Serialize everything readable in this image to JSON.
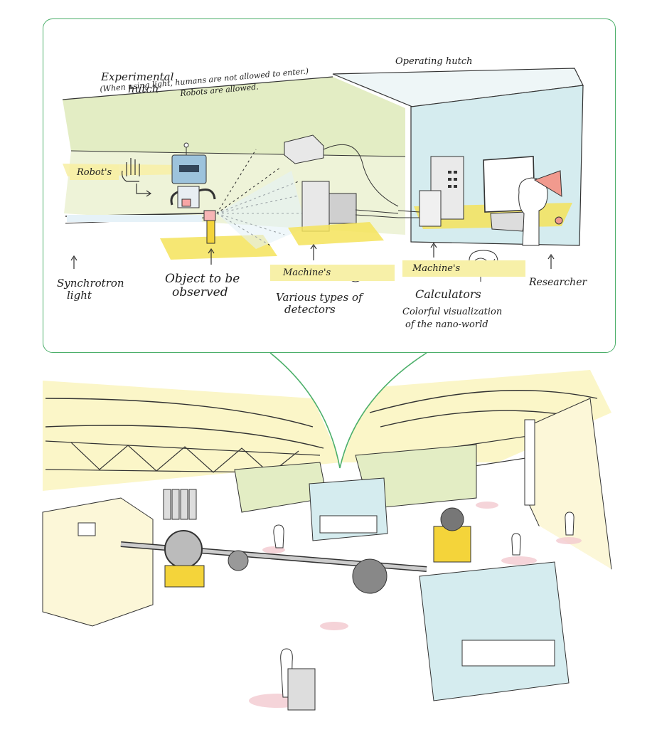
{
  "top": {
    "experimental_hutch": {
      "line1": "Experimental",
      "line2": "hutch",
      "note1": "(When using light, humans are not allowed to enter.)",
      "note2": "Robots are allowed."
    },
    "operating_hutch": "Operating hutch",
    "robots_tag": "Robot's",
    "labels": {
      "synchrotron_1": "Synchrotron",
      "synchrotron_2": "light",
      "object_1": "Object to be",
      "object_2": "observed",
      "machines_eye": "Machine's",
      "detectors_1": "Various types of",
      "detectors_2": "detectors",
      "machines_brain": "Machine's",
      "calculators": "Calculators",
      "visual_1": "Colorful visualization",
      "visual_2": "of the nano-world",
      "researcher": "Researcher"
    }
  },
  "colors": {
    "callout_border": "#4caf6a",
    "hutch_green": "#e3edc4",
    "yellow": "#f4e35a",
    "pale_yellow": "#f7f0a8",
    "building_cyan": "#d5ecef",
    "pink": "#f3c9cf"
  },
  "icons": [
    "hand-icon",
    "eye-icon",
    "brain-icon",
    "cone-hat-icon"
  ]
}
